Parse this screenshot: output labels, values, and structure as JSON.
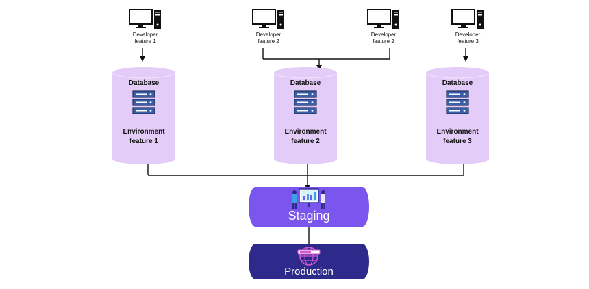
{
  "developers": [
    {
      "line1": "Developer",
      "line2": "feature 1"
    },
    {
      "line1": "Developer",
      "line2": "feature 2"
    },
    {
      "line1": "Developer",
      "line2": "feature 2"
    },
    {
      "line1": "Developer",
      "line2": "feature 3"
    }
  ],
  "environments": [
    {
      "title": "Database",
      "line1": "Environment",
      "line2": "feature 1"
    },
    {
      "title": "Database",
      "line1": "Environment",
      "line2": "feature 2"
    },
    {
      "title": "Database",
      "line1": "Environment",
      "line2": "feature 3"
    }
  ],
  "staging": {
    "label": "Staging"
  },
  "production": {
    "label": "Production"
  },
  "colors": {
    "environment_fill": "#e4ccf8",
    "staging_fill": "#7a55ee",
    "production_fill": "#2e2a8c",
    "server_icon": "#3a5fa8"
  },
  "icons": [
    "desktop-computer-icon",
    "server-rack-icon",
    "people-dashboard-icon",
    "web-globe-icon"
  ]
}
